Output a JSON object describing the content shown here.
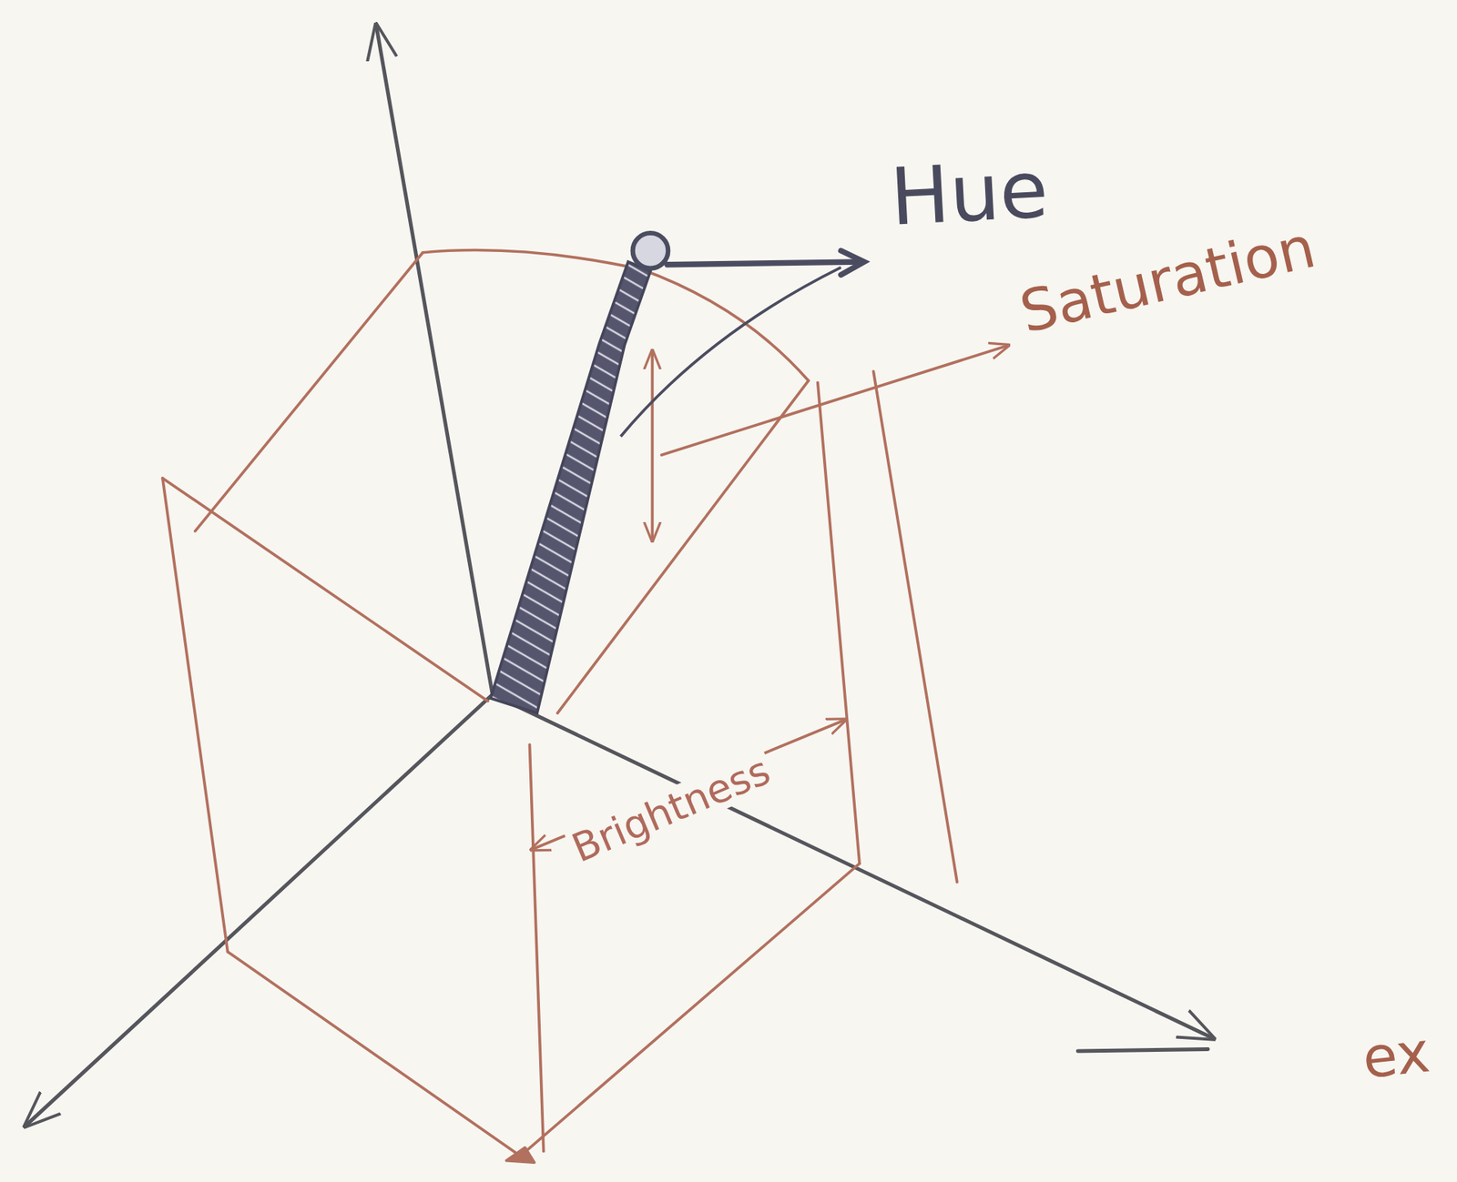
{
  "diagram": {
    "labels": [
      "Hue",
      "Saturation",
      "Brightness",
      "ex"
    ]
  }
}
